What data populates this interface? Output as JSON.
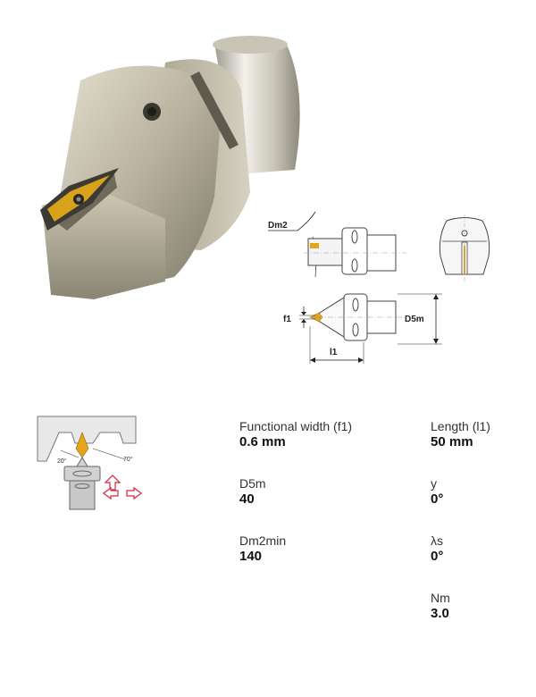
{
  "drawing_labels": {
    "dm2": "Dm2",
    "f1": "f1",
    "d5m": "D5m",
    "l1": "l1"
  },
  "application_labels": {
    "angle_a": "20°",
    "angle_b": "70°"
  },
  "specs": [
    {
      "label": "Functional width (f1)",
      "value": "0.6 mm"
    },
    {
      "label": "Length (l1)",
      "value": "50 mm"
    },
    {
      "label": "D5m",
      "value": "40"
    },
    {
      "label": "y",
      "value": "0°"
    },
    {
      "label": "Dm2min",
      "value": "140"
    },
    {
      "label": "λs",
      "value": "0°"
    },
    {
      "label": "Nm",
      "value": "3.0"
    }
  ],
  "colors": {
    "steel_light": "#d9d4c4",
    "steel_dark": "#8f8a78",
    "insert_gold": "#d8a21a",
    "arrow_red": "#d0283c"
  }
}
